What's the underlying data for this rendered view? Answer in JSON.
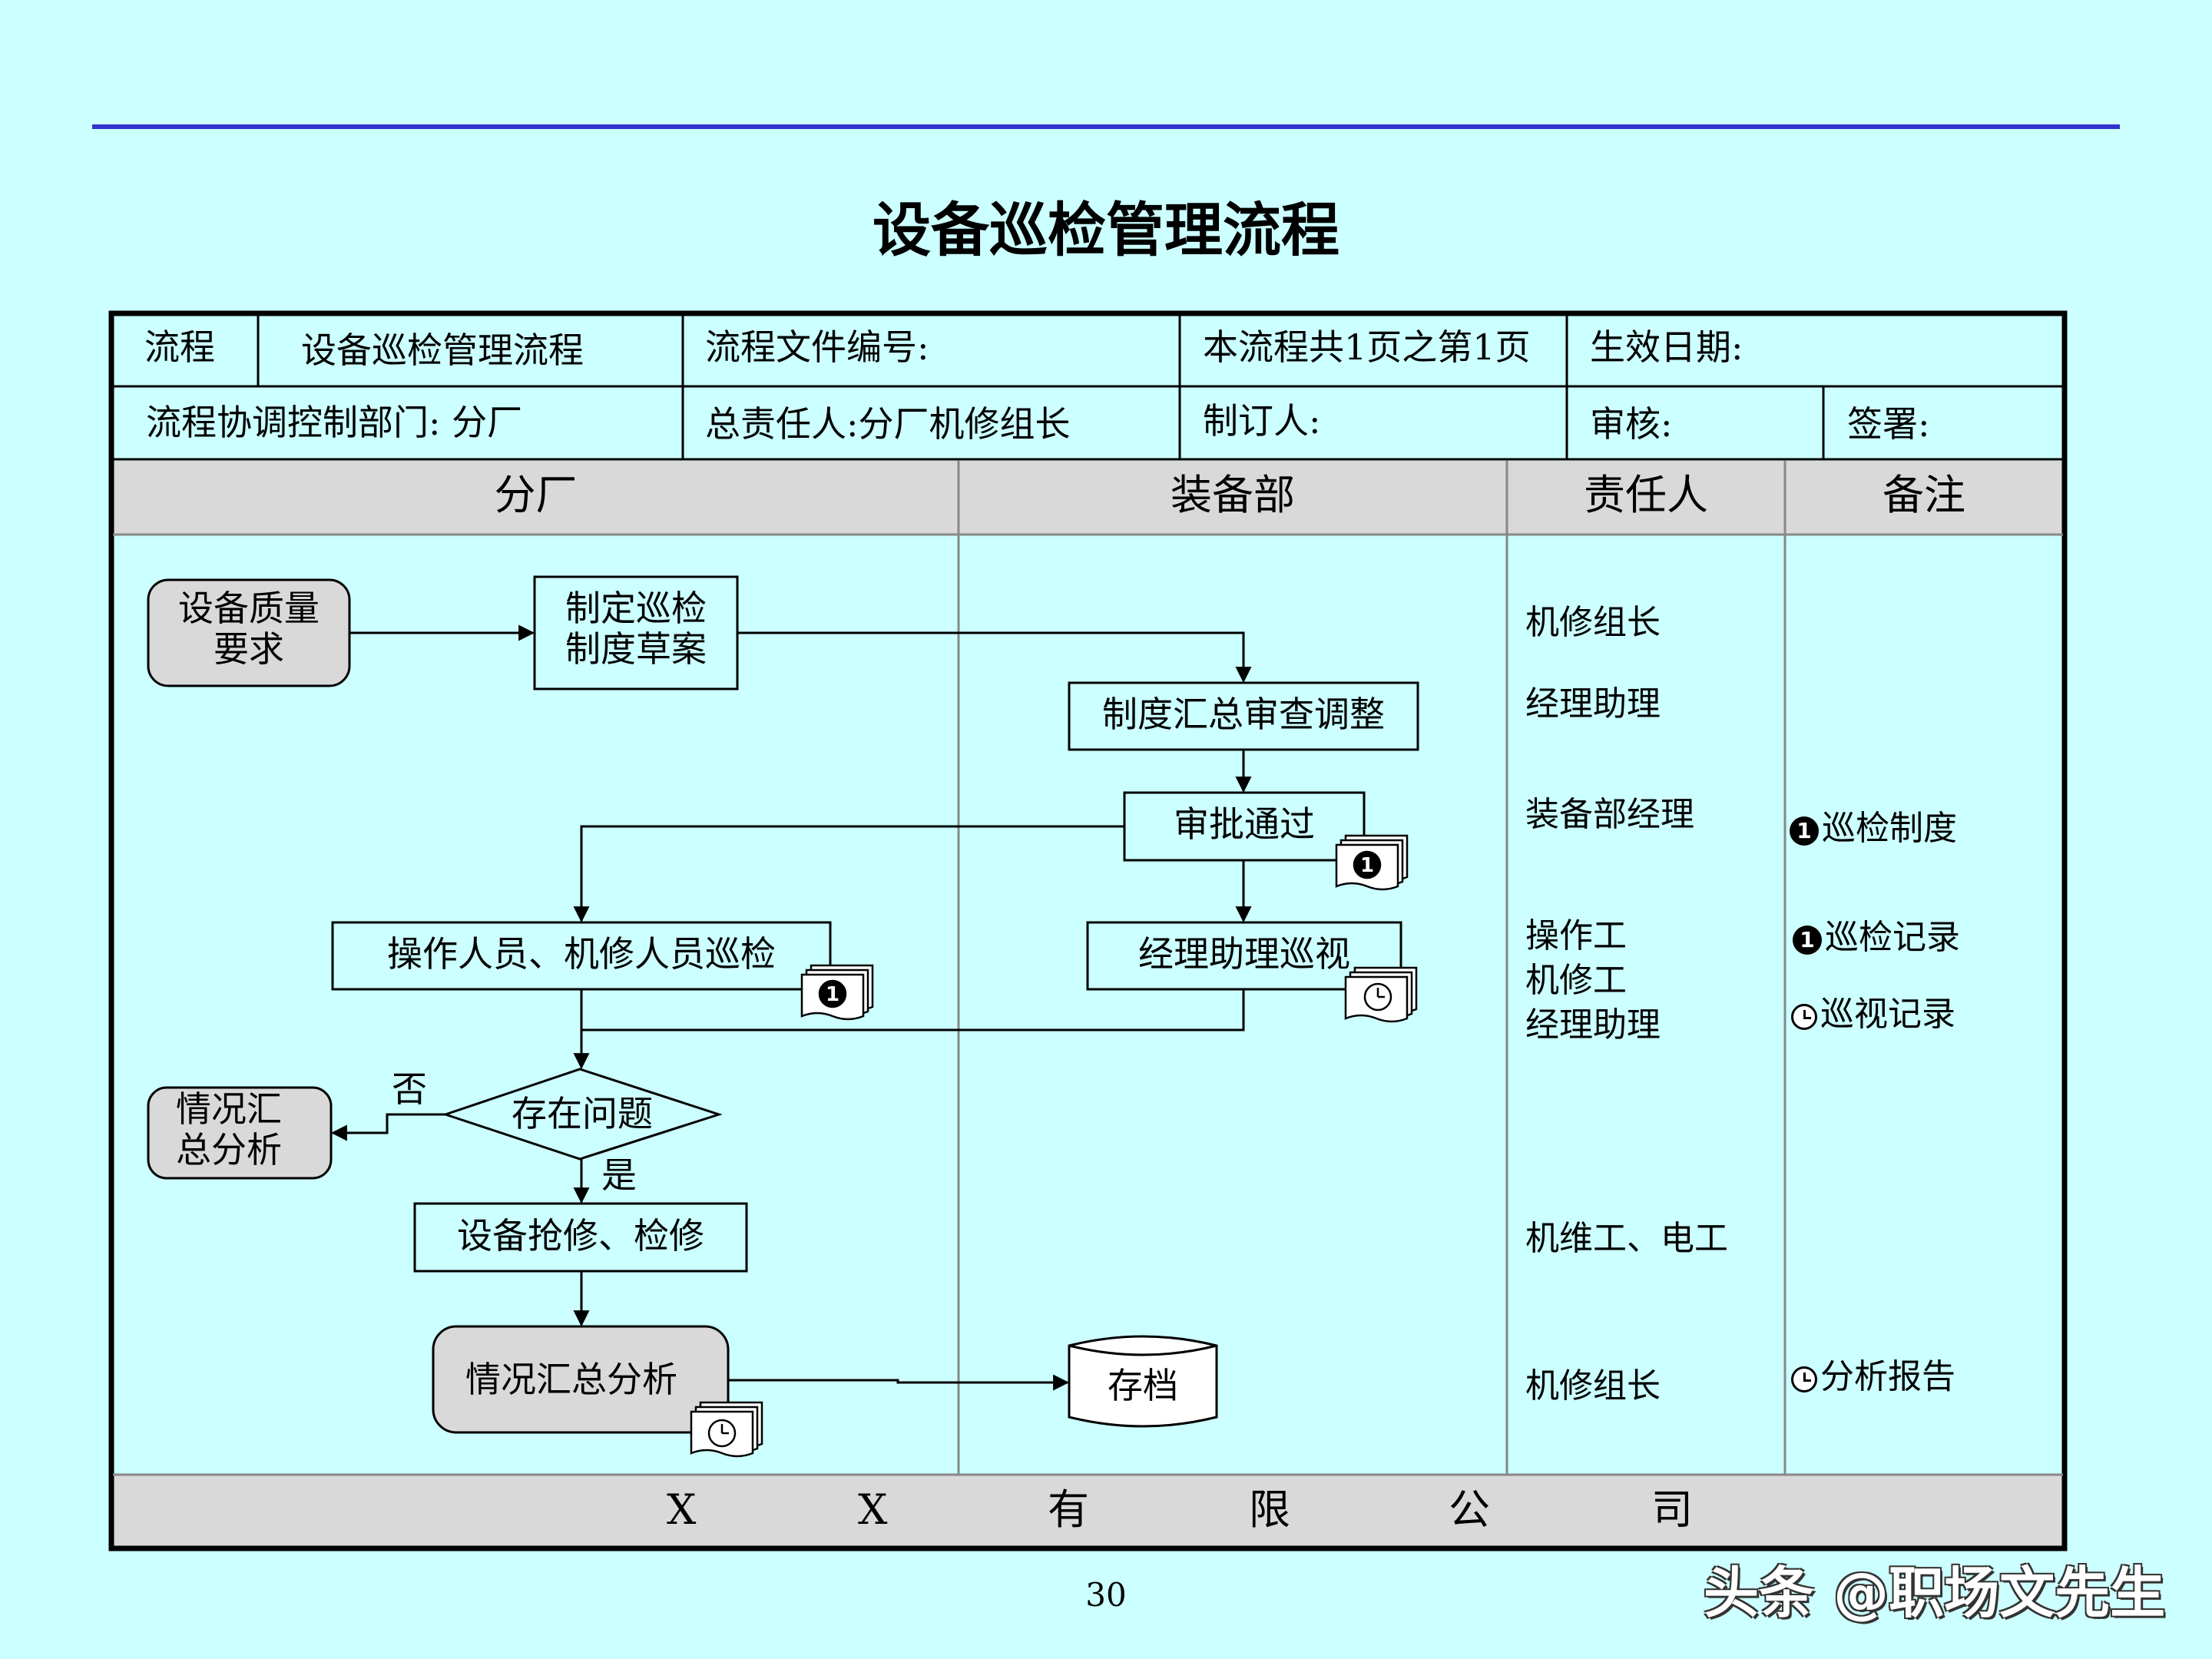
{
  "title": "设备巡检管理流程",
  "header": {
    "row1": {
      "label": "流程",
      "name": "设备巡检管理流程",
      "doc_no": "流程文件编号:",
      "pages": "本流程共1页之第1页",
      "effective": "生效日期:"
    },
    "row2": {
      "dept": "流程协调控制部门:  分厂",
      "owner": "总责任人:分厂机修组长",
      "author": "制订人:",
      "review": "审核:",
      "sign": "签署:"
    }
  },
  "lanes": [
    "分厂",
    "装备部",
    "责任人",
    "备注"
  ],
  "nodes": {
    "quality": "设备质量\n要求",
    "draft": "制定巡检\n制度草案",
    "summary_review": "制度汇总审查调整",
    "approve": "审批通过",
    "inspect": "操作人员、机修人员巡检",
    "manager_patrol": "经理助理巡视",
    "decision": "存在问题",
    "no_branch": "情况汇\n总分析",
    "repair": "设备抢修、检修",
    "final_analysis": "情况汇总分析",
    "archive": "存档",
    "label_no": "否",
    "label_yes": "是"
  },
  "responsible": {
    "r1": "机修组长",
    "r2": "经理助理",
    "r3": "装备部经理",
    "r4": "操作工\n机修工\n经理助理",
    "r5": "机维工、电工",
    "r6": "机修组长"
  },
  "notes": {
    "n1": "巡检制度",
    "n2": "巡检记录",
    "n3": "巡视记录",
    "n4": "分析报告",
    "badge": "1"
  },
  "footer": [
    "X",
    "X",
    "有",
    "限",
    "公",
    "司"
  ],
  "page_number": "30",
  "watermark": "头条 @职场文先生",
  "colors": {
    "background": "#ccffff",
    "rule": "#3333cc",
    "lane_header": "#d9d9d9",
    "rounded_box": "#d9d9d9"
  }
}
